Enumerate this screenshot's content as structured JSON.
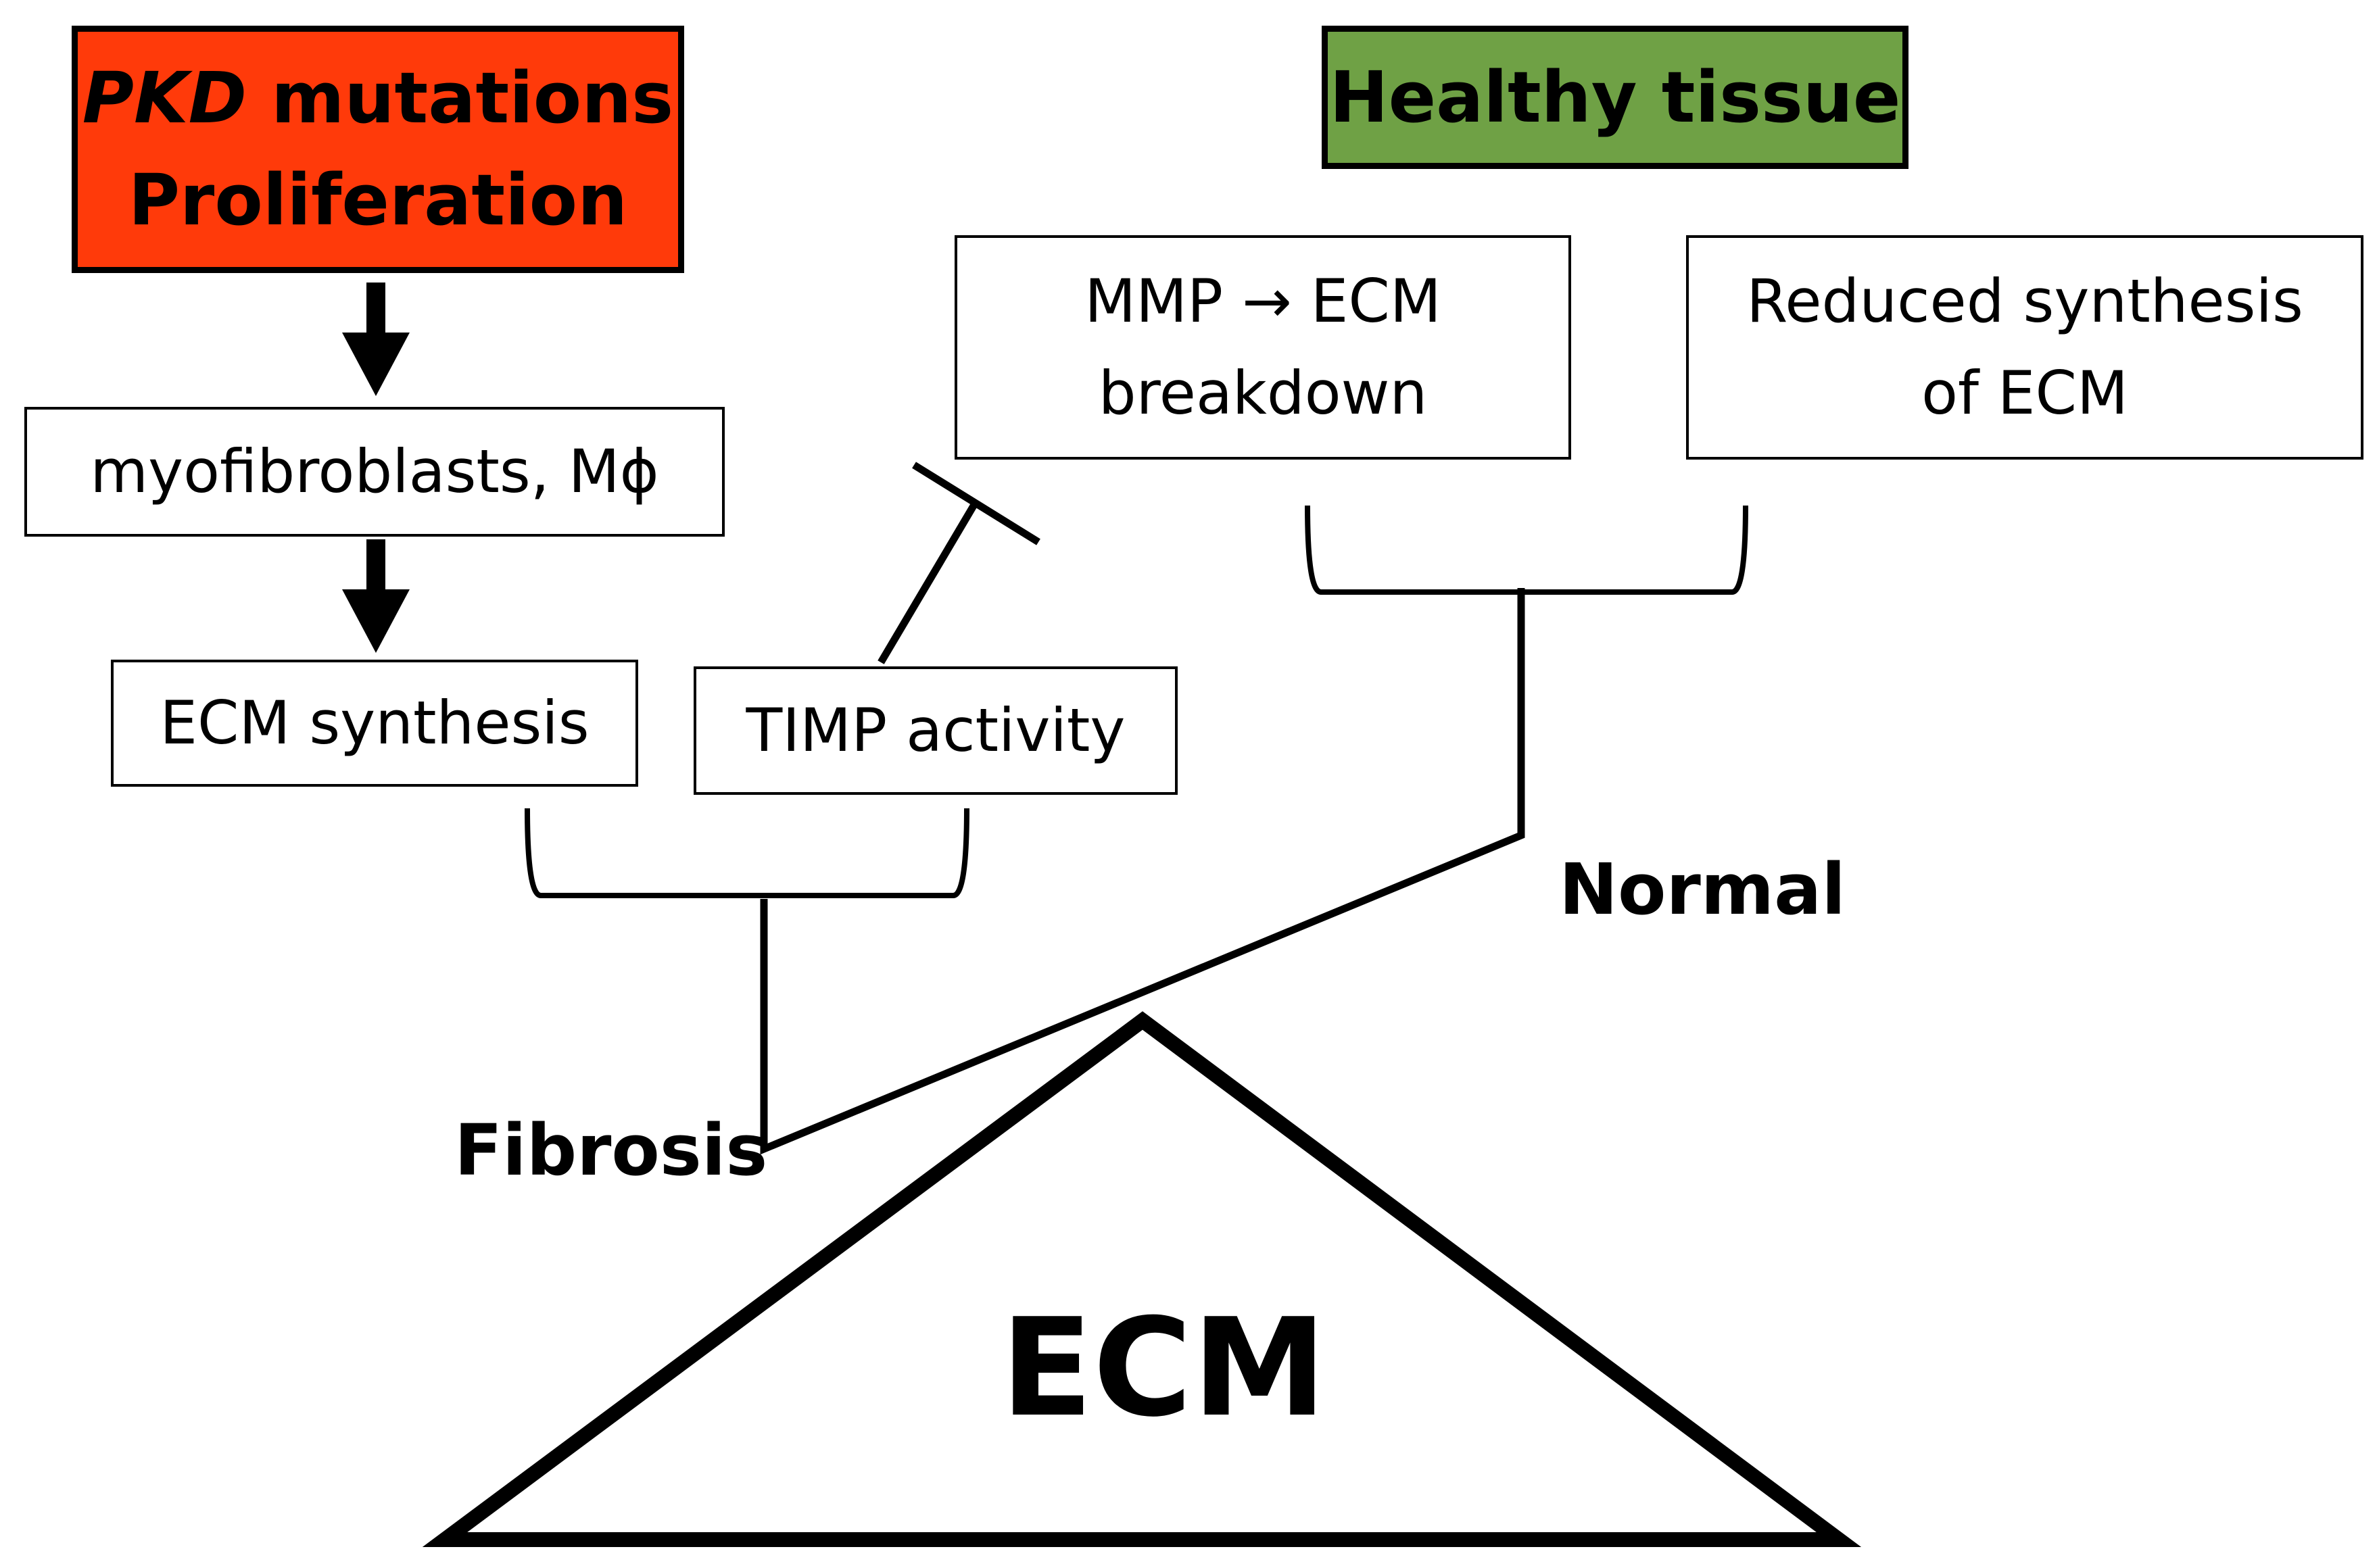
{
  "boxes": {
    "pkd": {
      "line1_italic": "PKD",
      "line1_rest": " mutations",
      "line2": "Proliferation",
      "color": "#FF3A0A"
    },
    "healthy": {
      "text": "Healthy tissue",
      "color": "#6FA145"
    },
    "myofibroblasts": {
      "text": "myofibroblasts, Mϕ"
    },
    "ecm_synthesis": {
      "text": "ECM synthesis"
    },
    "timp": {
      "text": "TIMP activity"
    },
    "mmp": {
      "line1": "MMP → ECM",
      "line2": "breakdown"
    },
    "reduced": {
      "line1": "Reduced synthesis",
      "line2": "of ECM"
    }
  },
  "labels": {
    "fibrosis": "Fibrosis",
    "normal": "Normal",
    "ecm": "ECM"
  }
}
